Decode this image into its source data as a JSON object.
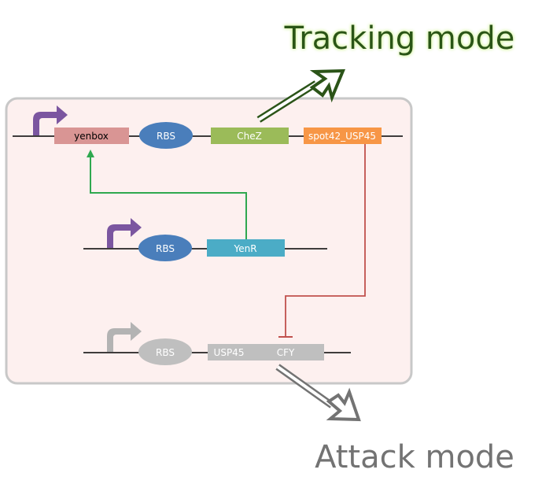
{
  "modes": {
    "tracking": "Tracking mode",
    "attack": "Attack mode"
  },
  "construct_1": {
    "parts": {
      "yenbox": "yenbox",
      "rbs": "RBS",
      "chez": "CheZ",
      "spot": "spot42_USP45"
    }
  },
  "construct_2": {
    "parts": {
      "rbs": "RBS",
      "yenr": "YenR"
    }
  },
  "construct_3": {
    "parts": {
      "rbs": "RBS",
      "usp45": "USP45",
      "cfy": "CFY"
    }
  },
  "colors": {
    "panel_fill": "#fdf0ef",
    "panel_border": "#c8c8c8",
    "promoter_active": "#7b56a0",
    "promoter_inactive": "#b3b3b3",
    "yenbox": "#d99594",
    "rbs": "#4a7ebb",
    "chez": "#9bbb59",
    "spot": "#f79646",
    "yenr": "#4bacc6",
    "inactive_part": "#bfbfbf",
    "activation_arrow": "#2fa84f",
    "repression_line": "#c0504d",
    "tracking_text": "#2b5418",
    "attack_text": "#737373"
  }
}
